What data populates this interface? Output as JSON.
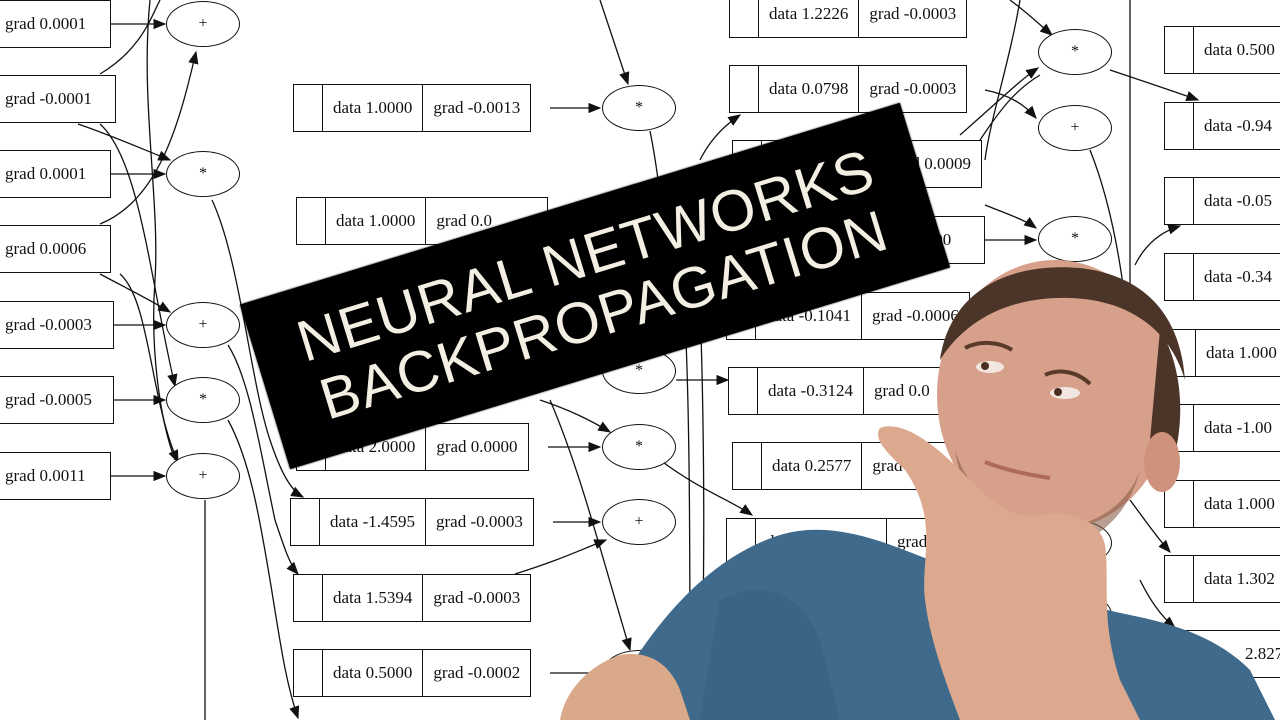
{
  "banner": {
    "line1": "NEURAL NETWORKS",
    "line2": "BACKPROPAGATION",
    "background": "#000000",
    "text_color": "#f3efe2"
  },
  "graph": {
    "left_grad_nodes": [
      {
        "grad": "grad 0.0001"
      },
      {
        "grad": "grad -0.0001"
      },
      {
        "grad": "grad 0.0001"
      },
      {
        "grad": "grad 0.0006"
      },
      {
        "grad": "grad -0.0003"
      },
      {
        "grad": "grad -0.0005"
      },
      {
        "grad": "grad 0.0011"
      }
    ],
    "middle_nodes": [
      {
        "data": "data 1.0000",
        "grad": "grad -0.0013"
      },
      {
        "data": "data 1.0000",
        "grad": "grad 0.0"
      },
      {
        "data": "data 2.0000",
        "grad": "grad 0.0000"
      },
      {
        "data": "data -1.4595",
        "grad": "grad -0.0003"
      },
      {
        "data": "data 1.5394",
        "grad": "grad -0.0003"
      },
      {
        "data": "data 0.5000",
        "grad": "grad -0.0002"
      }
    ],
    "right_nodes": [
      {
        "data": "data 1.2226",
        "grad": "grad -0.0003"
      },
      {
        "data": "data 0.0798",
        "grad": "grad -0.0003"
      },
      {
        "data": "",
        "grad": "d 0.0009"
      },
      {
        "data": "",
        "grad": ".0000"
      },
      {
        "data": "data -0.1041",
        "grad": "grad -0.0006"
      },
      {
        "data": "data -0.3124",
        "grad": "grad 0.0"
      },
      {
        "data": "data 0.2577",
        "grad": "grad"
      },
      {
        "data": "d...083",
        "grad": "grad"
      }
    ],
    "far_right_nodes": [
      {
        "data": "data 0.500"
      },
      {
        "data": "data -0.94"
      },
      {
        "data": "data -0.05"
      },
      {
        "data": "data -0.34"
      },
      {
        "data": "data 1.000"
      },
      {
        "data": "data -1.00"
      },
      {
        "data": "data 1.000"
      },
      {
        "data": "data 1.302"
      },
      {
        "data": "2.827"
      }
    ],
    "ops": {
      "plus": "+",
      "times": "*"
    }
  }
}
